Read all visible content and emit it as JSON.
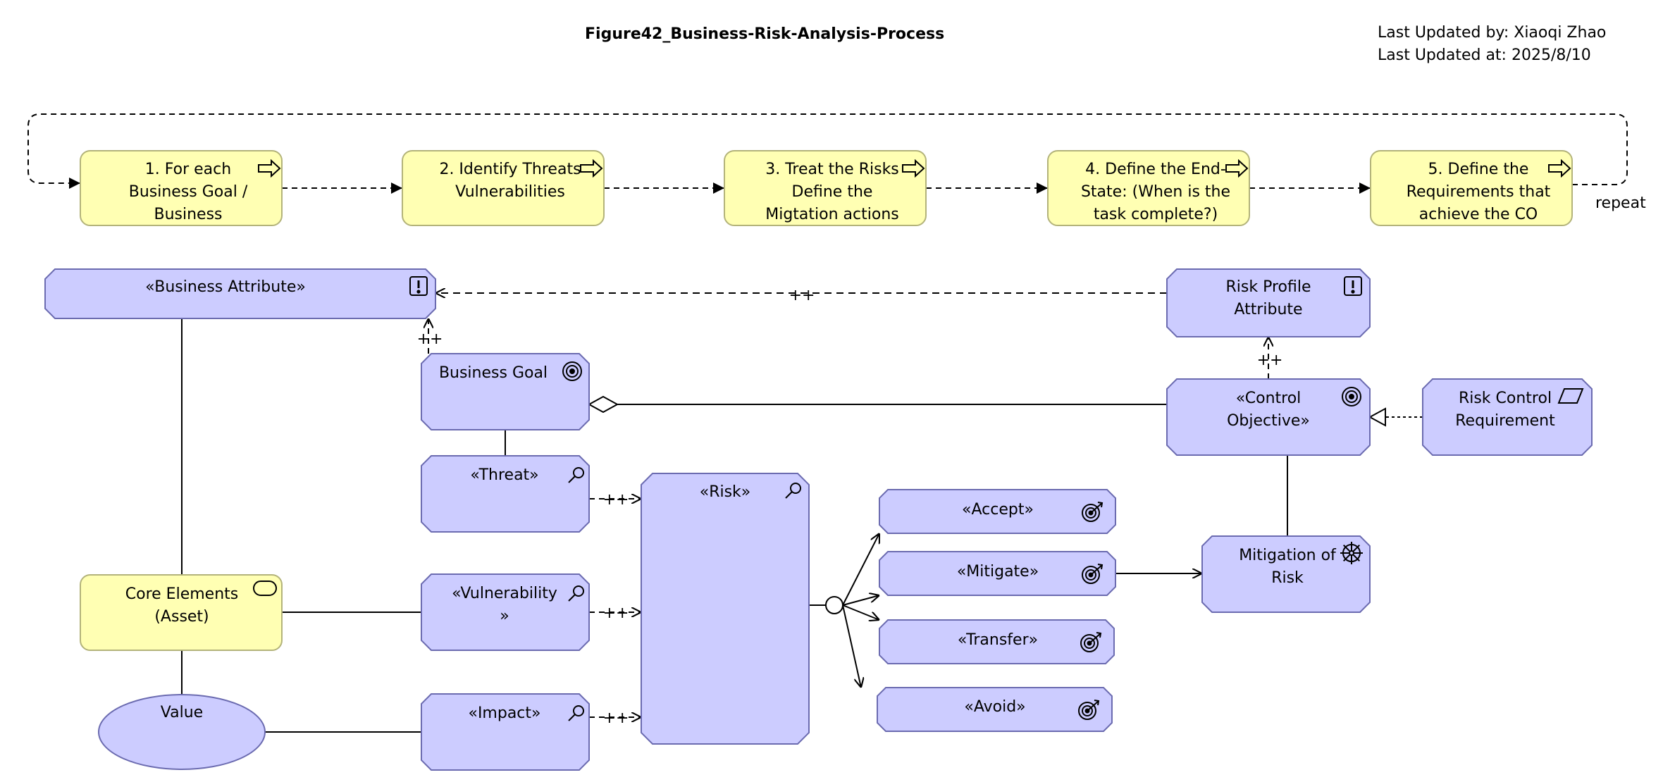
{
  "header": {
    "title": "Figure42_Business-Risk-Analysis-Process",
    "updated_by": "Last Updated by: Xiaoqi Zhao",
    "updated_at": "Last Updated at: 2025/8/10"
  },
  "process": {
    "steps": [
      [
        "1. For each",
        "Business Goal /",
        "Business"
      ],
      [
        "2. Identify Threats",
        "Vulnerabilities"
      ],
      [
        "3. Treat the Risks",
        "Define the",
        "Migtation actions"
      ],
      [
        "4. Define the End-",
        "State: (When is the",
        "task complete?)"
      ],
      [
        "5. Define the",
        "Requirements that",
        "achieve the CO"
      ]
    ],
    "repeat_label": "repeat"
  },
  "elements": {
    "business_attribute": "«Business Attribute»",
    "risk_profile": [
      "Risk Profile",
      "Attribute"
    ],
    "business_goal": "Business Goal",
    "control_objective": [
      "«Control",
      "Objective»"
    ],
    "risk_control_requirement": [
      "Risk Control",
      "Requirement"
    ],
    "threat": "«Threat»",
    "vulnerability": [
      "«Vulnerability",
      "»"
    ],
    "impact": "«Impact»",
    "risk": "«Risk»",
    "accept": "«Accept»",
    "mitigate": "«Mitigate»",
    "transfer": "«Transfer»",
    "avoid": "«Avoid»",
    "mitigation_of_risk": [
      "Mitigation of",
      "Risk"
    ],
    "core_elements": [
      "Core Elements",
      "(Asset)"
    ],
    "value": "Value"
  },
  "relations": {
    "influence_label": "++"
  },
  "colors": {
    "purple_fill": "#ccccff",
    "purple_stroke": "#6b6bb0",
    "yellow_fill": "#ffffb3",
    "yellow_stroke": "#b3b37a"
  }
}
